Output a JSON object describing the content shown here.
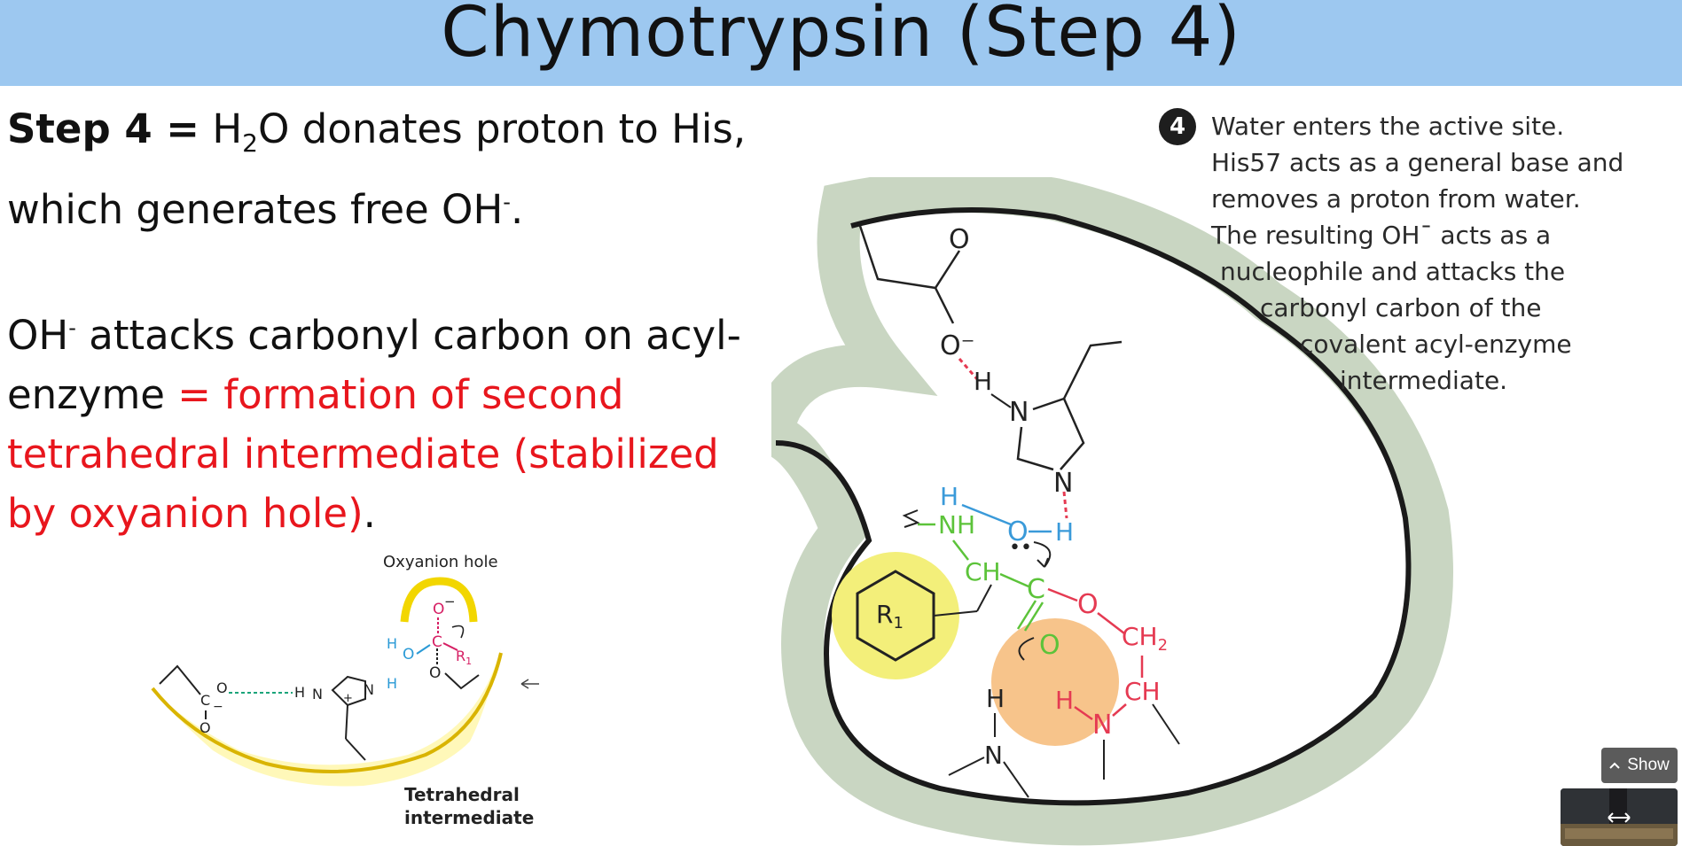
{
  "slide": {
    "title": "Chymotrypsin (Step 4)",
    "step_label": "Step 4 =",
    "step_line1_a": "H",
    "step_line1_sub": "2",
    "step_line1_b": "O donates proton to His,",
    "step_line2_a": "which generates free OH",
    "step_line2_sup": "-",
    "step_line2_b": ".",
    "para2_a": "OH",
    "para2_sup": "-",
    "para2_b": " attacks carbonyl carbon on acyl-",
    "para2_c": "enzyme",
    "para2_red1": " = formation of second",
    "para2_red2": "tetrahedral intermediate (stabilized",
    "para2_red3": "by oxyanion hole)",
    "para2_end": "."
  },
  "small_diagram": {
    "oxyanion_label": "Oxyanion hole",
    "tetra_label_1": "Tetrahedral",
    "tetra_label_2": "intermediate",
    "atoms": {
      "O": "O",
      "C": "C",
      "H": "H",
      "N": "N",
      "R1": "R",
      "R1_sub": "1",
      "minus": "−",
      "plus": "+"
    }
  },
  "big_diagram": {
    "step_number": "4",
    "annotation_lines": [
      "Water enters the active site.",
      "His57 acts as a general base and",
      "removes a proton from water.",
      "The resulting OH¯ acts as a",
      "nucleophile and attacks the",
      "carbonyl carbon of the",
      "covalent acyl-enzyme",
      "intermediate."
    ],
    "labels": {
      "O": "O",
      "O_minus": "O⁻",
      "H": "H",
      "N": "N",
      "NH": "NH",
      "CH": "CH",
      "C": "C",
      "CH2": "CH",
      "CH2_sub": "2",
      "R": "R",
      "R_sub": "1"
    },
    "colors": {
      "green": "#5cc33a",
      "blue": "#3a9ad9",
      "red": "#e53a52",
      "yellow": "#f3ef7a",
      "orange": "#f7c48b"
    }
  },
  "video_overlay": {
    "show_label": "Show",
    "chevron": "chevron-up-icon",
    "thumb_icon": "expand-arrows-icon"
  }
}
